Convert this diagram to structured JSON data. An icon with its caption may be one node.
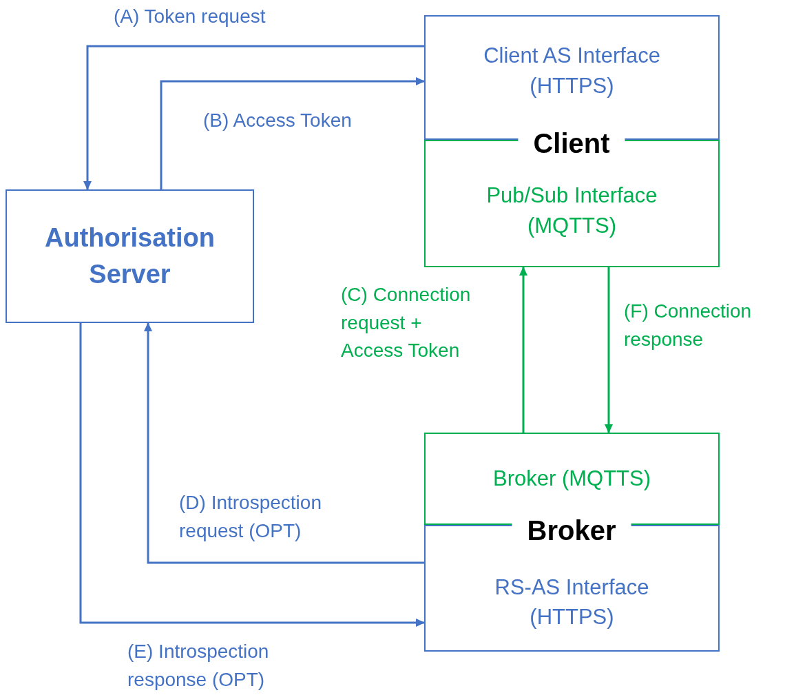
{
  "diagram": {
    "nodes": [
      {
        "text": [
          "Authorisation Server"
        ]
      },
      {
        "text": [
          "Client AS Interface (HTTPS)"
        ]
      },
      {
        "text": [
          "Pub/Sub Interface (MQTTS)"
        ]
      },
      {
        "text": [
          "Broker (MQTTS)"
        ]
      },
      {
        "text": [
          "RS-AS Interface (HTTPS)"
        ]
      }
    ],
    "edges": [
      {
        "from": 1,
        "to": 0,
        "arrow": "to",
        "label": "(A) Token request"
      },
      {
        "from": 0,
        "to": 1,
        "arrow": "to",
        "label": "(B) Access Token"
      },
      {
        "from": 3,
        "to": 2,
        "arrow": "to",
        "label": "(C) Connection request + Access Token",
        "color": "#00b050"
      },
      {
        "from": 2,
        "to": 3,
        "arrow": "to",
        "label": "(F) Connection response",
        "color": "#00b050"
      },
      {
        "from": 4,
        "to": 0,
        "arrow": "to",
        "label": "(D) Introspection request (OPT)"
      },
      {
        "from": 0,
        "to": 4,
        "arrow": "to",
        "label": "(E) Introspection response (OPT)"
      }
    ],
    "labels": [
      "Client",
      "Broker"
    ]
  }
}
